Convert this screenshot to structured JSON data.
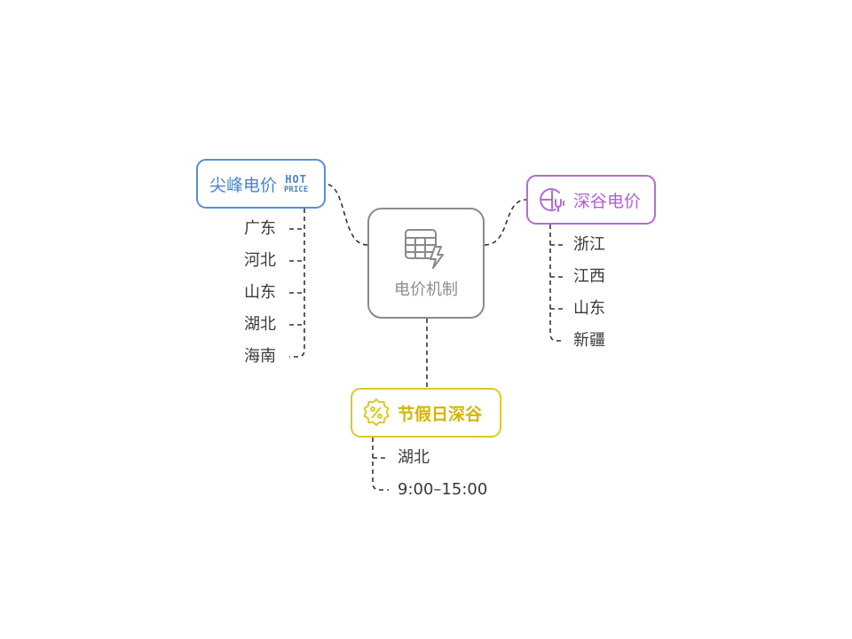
{
  "center": {
    "label": "电价机制",
    "icon": "table-lightning-icon",
    "color": "#8a8a8a"
  },
  "branches": {
    "peak": {
      "label": "尖峰电价",
      "badge": {
        "line1": "HOT",
        "line2": "PRICE"
      },
      "icon": "hot-price-icon",
      "color": "#5b8fd0",
      "items": [
        "广东",
        "河北",
        "山东",
        "湖北",
        "海南"
      ]
    },
    "valley": {
      "label": "深谷电价",
      "icon": "valley-power-icon",
      "color": "#b46bd1",
      "items": [
        "浙江",
        "江西",
        "山东",
        "新疆"
      ]
    },
    "holiday": {
      "label": "节假日深谷",
      "icon": "percent-badge-icon",
      "color": "#dfc72a",
      "items": [
        "湖北",
        "9:00–15:00"
      ]
    }
  }
}
